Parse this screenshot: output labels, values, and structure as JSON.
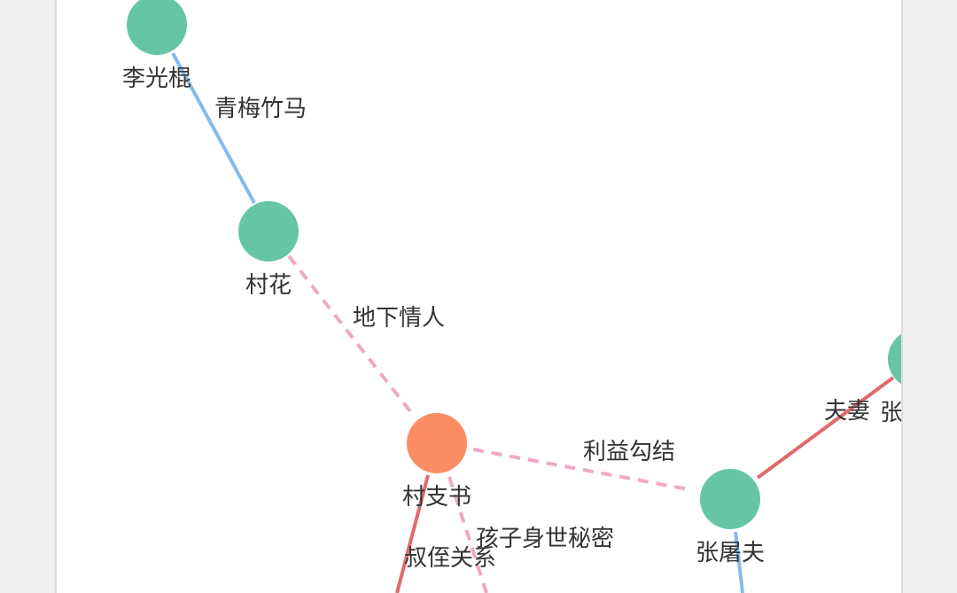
{
  "graph": {
    "colors": {
      "person_node": "#66c5a6",
      "key_node": "#fc8d62",
      "edge_blue": "#83bce9",
      "edge_red": "#e06a6a",
      "edge_pink_dashed": "#f0a7c7",
      "label_text": "#333333"
    },
    "nodes": [
      {
        "id": "liguanggun",
        "label": "李光棍",
        "kind": "person"
      },
      {
        "id": "cunhua",
        "label": "村花",
        "kind": "person"
      },
      {
        "id": "cunzhishu",
        "label": "村支书",
        "kind": "key"
      },
      {
        "id": "zhangtufu",
        "label": "张屠夫",
        "kind": "person"
      },
      {
        "id": "zhang_partial",
        "label": "张",
        "kind": "person"
      }
    ],
    "edges": [
      {
        "id": "e1",
        "label": "青梅竹马",
        "style": "solid-blue"
      },
      {
        "id": "e2",
        "label": "地下情人",
        "style": "dashed-pink"
      },
      {
        "id": "e3",
        "label": "利益勾结",
        "style": "dashed-pink"
      },
      {
        "id": "e4",
        "label": "夫妻",
        "style": "solid-red"
      },
      {
        "id": "e5",
        "label": "叔侄关系",
        "style": "solid-red"
      },
      {
        "id": "e6",
        "label": "孩子身世秘密",
        "style": "dashed-pink"
      },
      {
        "id": "e7",
        "label": "",
        "style": "solid-blue"
      }
    ]
  }
}
